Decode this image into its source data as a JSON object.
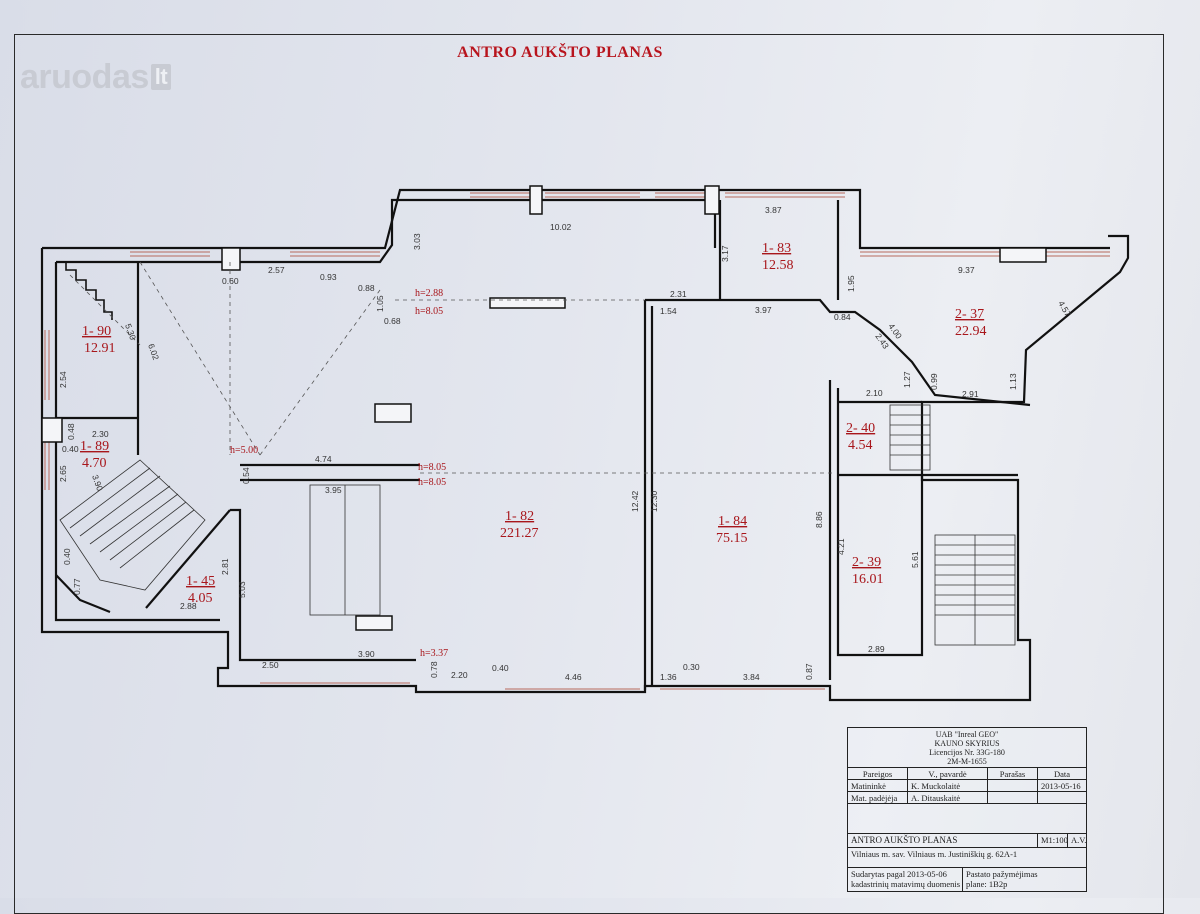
{
  "watermark": {
    "brand": "aruodas",
    "tld": "lt"
  },
  "plan_title": "ANTRO AUKŠTO PLANAS",
  "rooms": [
    {
      "id": "1- 90",
      "area": "12.91"
    },
    {
      "id": "1- 89",
      "area": "4.70"
    },
    {
      "id": "1- 45",
      "area": "4.05"
    },
    {
      "id": "1- 82",
      "area": "221.27"
    },
    {
      "id": "1- 84",
      "area": "75.15"
    },
    {
      "id": "1- 83",
      "area": "12.58"
    },
    {
      "id": "2- 37",
      "area": "22.94"
    },
    {
      "id": "2- 40",
      "area": "4.54"
    },
    {
      "id": "2- 39",
      "area": "16.01"
    }
  ],
  "heights": [
    "h=2.88",
    "h=8.05",
    "h=5.00",
    "h=8.05",
    "h=8.05",
    "h=3.37"
  ],
  "dimensions": [
    "10.02",
    "3.87",
    "3.03",
    "3.17",
    "9.37",
    "2.57",
    "0.60",
    "0.93",
    "0.88",
    "1.05",
    "0.68",
    "2.31",
    "1.54",
    "3.97",
    "0.84",
    "1.95",
    "4.00",
    "2.43",
    "4.57",
    "1.27",
    "2.10",
    "0.99",
    "2.91",
    "1.13",
    "5.30",
    "6.02",
    "2.54",
    "0.48",
    "0.40",
    "2.30",
    "2.65",
    "3.90",
    "4.74",
    "0.54",
    "3.95",
    "12.42",
    "12.30",
    "8.86",
    "4.21",
    "5.61",
    "2.81",
    "5.03",
    "2.88",
    "0.40",
    "0.77",
    "2.50",
    "3.90",
    "0.78",
    "0.40",
    "2.20",
    "4.46",
    "1.36",
    "0.30",
    "3.84",
    "0.87",
    "2.89"
  ],
  "title_block": {
    "company": [
      "UAB \"Inreal GEO\"",
      "KAUNO SKYRIUS",
      "Licencijos Nr. 33G-180",
      "2M-M-1655"
    ],
    "headers": {
      "position": "Pareigos",
      "name": "V., pavardė",
      "signature": "Parašas",
      "date": "Data"
    },
    "rows": [
      {
        "position": "Matininkė",
        "name": "K. Muckolaitė",
        "date": "2013-05-16"
      },
      {
        "position": "Mat. padėjėja",
        "name": "A. Ditauskaitė",
        "date": ""
      }
    ],
    "drawing_name": "ANTRO AUKŠTO PLANAS",
    "scale": "M1:100",
    "sheet": "A.V.",
    "address": "Vilniaus m. sav. Vilniaus m. Justiniškių g. 62A-1",
    "compiled": [
      "Sudarytas pagal 2013-05-06",
      "kadastrinių matavimų duomenis"
    ],
    "certificate": [
      "Pastato pažymėjimas",
      "plane:  1B2p"
    ]
  }
}
